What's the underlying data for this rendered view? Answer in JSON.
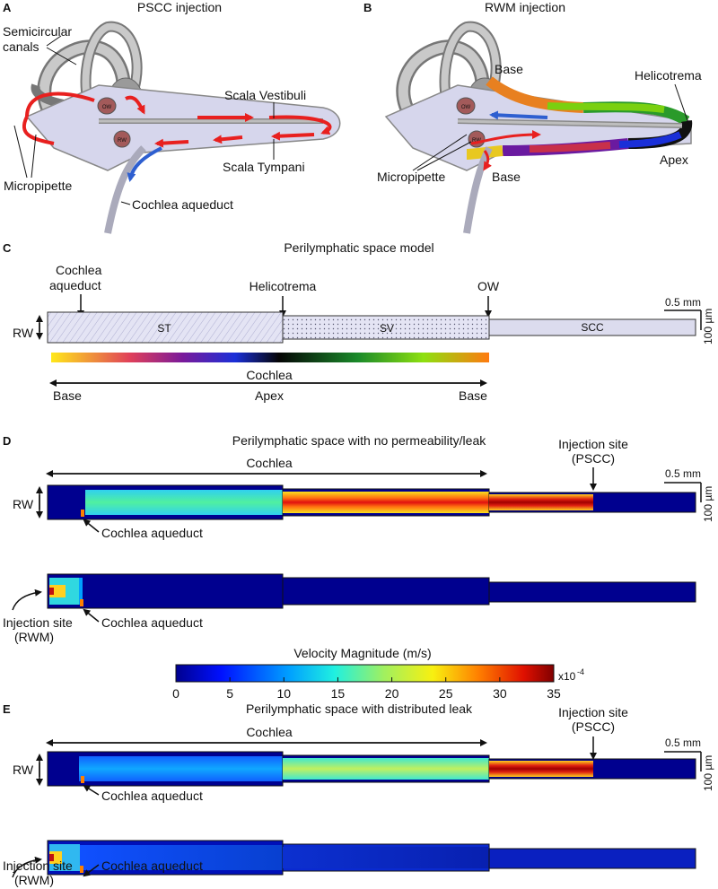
{
  "panels": {
    "a": {
      "letter": "A",
      "title": "PSCC injection",
      "labels": {
        "semicircular_1": "Semicircular",
        "semicircular_2": "canals",
        "scala_vestibuli": "Scala Vestibuli",
        "scala_tympani": "Scala Tympani",
        "micropipette": "Micropipette",
        "cochlea_aqueduct": "Cochlea aqueduct",
        "ow": "OW",
        "rw": "RW"
      }
    },
    "b": {
      "letter": "B",
      "title": "RWM injection",
      "labels": {
        "base_top": "Base",
        "helicotrema": "Helicotrema",
        "apex": "Apex",
        "micropipette": "Micropipette",
        "base_bottom": "Base",
        "ow": "OW",
        "rw": "RW"
      }
    },
    "c": {
      "letter": "C",
      "title": "Perilymphatic space model",
      "labels": {
        "cochlea_aq_1": "Cochlea",
        "cochlea_aq_2": "aqueduct",
        "helicotrema": "Helicotrema",
        "ow": "OW",
        "rw": "RW",
        "st": "ST",
        "sv": "SV",
        "scc": "SCC",
        "scale_mm": "0.5 mm",
        "scale_um": "100 µm",
        "cochlea": "Cochlea",
        "base_left": "Base",
        "apex": "Apex",
        "base_right": "Base"
      }
    },
    "d": {
      "letter": "D",
      "title": "Perilymphatic space with no permeability/leak",
      "labels": {
        "cochlea": "Cochlea",
        "injection_pscc_1": "Injection site",
        "injection_pscc_2": "(PSCC)",
        "scale_mm": "0.5 mm",
        "scale_um": "100 µm",
        "rw": "RW",
        "cochlea_aq_top": "Cochlea aqueduct",
        "cochlea_aq_bottom": "Cochlea aqueduct",
        "injection_rwm_1": "Injection site",
        "injection_rwm_2": "(RWM)"
      }
    },
    "colorbar": {
      "title": "Velocity Magnitude (m/s)",
      "ticks": [
        "0",
        "5",
        "10",
        "15",
        "20",
        "25",
        "30",
        "35"
      ],
      "multiplier": "x10",
      "exponent": "-4"
    },
    "e": {
      "letter": "E",
      "title": "Perilymphatic space with distributed leak",
      "labels": {
        "cochlea": "Cochlea",
        "injection_pscc_1": "Injection site",
        "injection_pscc_2": "(PSCC)",
        "scale_mm": "0.5 mm",
        "scale_um": "100 µm",
        "rw": "RW",
        "cochlea_aq_top": "Cochlea aqueduct",
        "cochlea_aq_bottom": "Cochlea aqueduct",
        "injection_rwm_1": "Injection site",
        "injection_rwm_2": "(RWM)"
      }
    }
  },
  "colors": {
    "flow_red": "#e8201f",
    "flow_blue": "#2e5fd0",
    "tissue": "#c9c9c9",
    "perilymph": "#d6d6ec",
    "field_low": "#00008f",
    "field_cyan": "#2fe0d8",
    "field_yellow": "#f4e81a",
    "field_red": "#d01010"
  }
}
